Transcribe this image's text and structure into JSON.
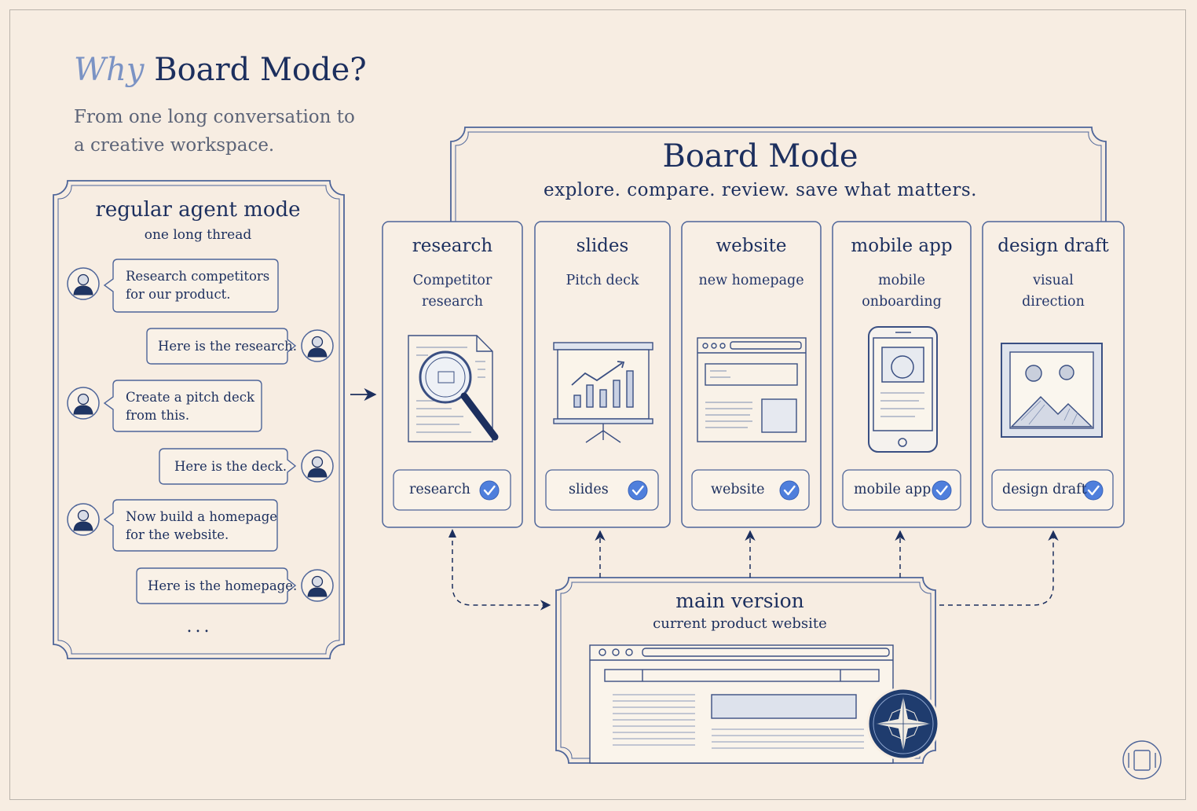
{
  "header": {
    "title_why": "Why",
    "title_rest": "Board Mode?",
    "subtitle_line1": "From one long conversation to",
    "subtitle_line2": "a creative workspace."
  },
  "regular_mode": {
    "title": "regular agent mode",
    "subtitle": "one long thread",
    "messages": [
      {
        "from": "user",
        "lines": [
          "Research competitors",
          "for our product."
        ]
      },
      {
        "from": "agent",
        "lines": [
          "Here is the research."
        ]
      },
      {
        "from": "user",
        "lines": [
          "Create a pitch deck",
          "from this."
        ]
      },
      {
        "from": "agent",
        "lines": [
          "Here is the deck."
        ]
      },
      {
        "from": "user",
        "lines": [
          "Now build a homepage",
          "for the website."
        ]
      },
      {
        "from": "agent",
        "lines": [
          "Here is the homepage."
        ]
      }
    ],
    "ellipsis": "..."
  },
  "board_mode": {
    "title": "Board Mode",
    "subtitle": "explore. compare. review. save what matters.",
    "cards": [
      {
        "title": "research",
        "sub_lines": [
          "Competitor",
          "research"
        ],
        "chip": "research",
        "icon": "magnifier-document-icon"
      },
      {
        "title": "slides",
        "sub_lines": [
          "Pitch deck"
        ],
        "chip": "slides",
        "icon": "presentation-chart-icon"
      },
      {
        "title": "website",
        "sub_lines": [
          "new homepage"
        ],
        "chip": "website",
        "icon": "browser-window-icon"
      },
      {
        "title": "mobile app",
        "sub_lines": [
          "mobile",
          "onboarding"
        ],
        "chip": "mobile app",
        "icon": "smartphone-icon"
      },
      {
        "title": "design draft",
        "sub_lines": [
          "visual",
          "direction"
        ],
        "chip": "design draft",
        "icon": "framed-picture-icon"
      }
    ]
  },
  "main_version": {
    "title": "main version",
    "subtitle": "current product website",
    "icon": "compass-rose-icon"
  },
  "colors": {
    "background": "#f7ede2",
    "ink": "#1c2f5e",
    "line": "#4e6599",
    "accent_blue": "#4f7fdc",
    "title_accent": "#7b93c4"
  }
}
